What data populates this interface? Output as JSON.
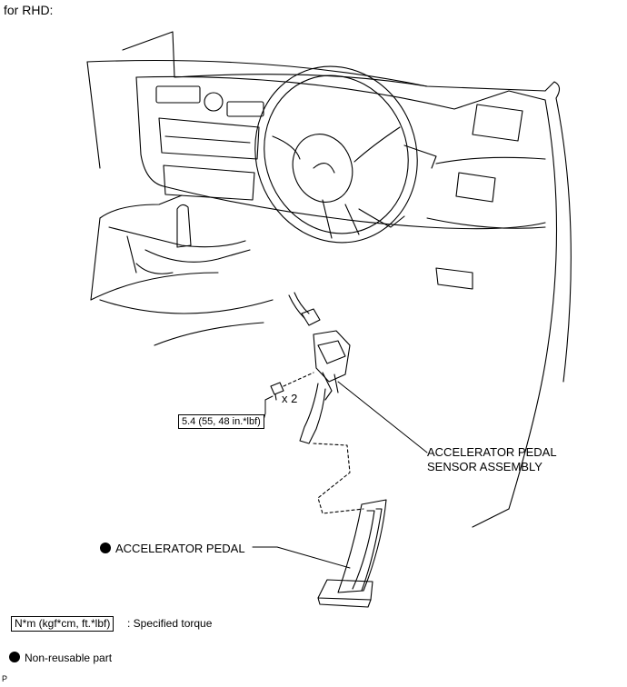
{
  "header": {
    "variant_label": "for RHD:"
  },
  "callouts": {
    "torque_value": "5.4 (55, 48 in.*lbf)",
    "quantity": "x 2",
    "sensor_line1": "ACCELERATOR PEDAL",
    "sensor_line2": "SENSOR ASSEMBLY",
    "pedal_label": "ACCELERATOR PEDAL"
  },
  "legend": {
    "torque_unit": "N*m (kgf*cm, ft.*lbf)",
    "torque_desc": ": Specified torque",
    "nonreusable_desc": "Non-reusable part"
  },
  "footer": {
    "code": "P"
  }
}
